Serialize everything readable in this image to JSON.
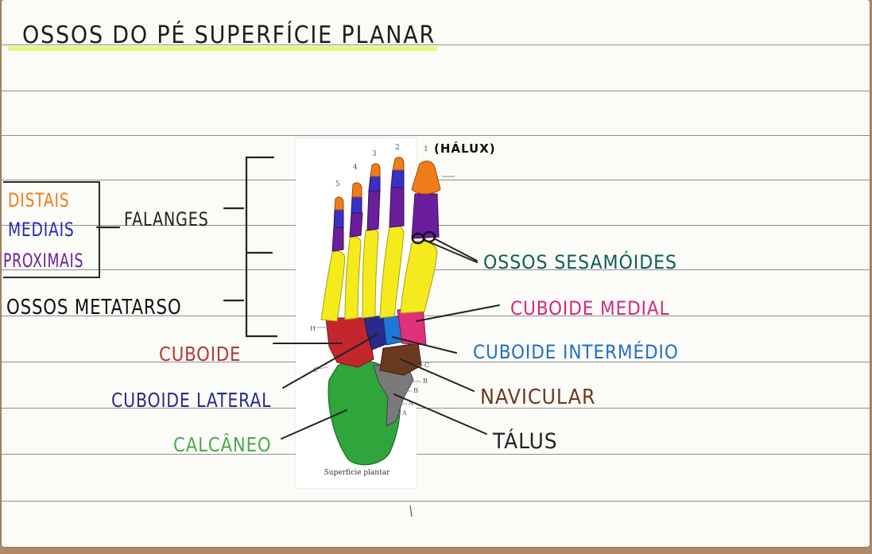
{
  "title": "OSSOS DO PÉ SUPERFÍCIE PLANAR",
  "caption": "Superfície plantar",
  "labels": {
    "halux": "(HÁLUX)",
    "distais": "DISTAIS",
    "mediais": "MEDIAIS",
    "proximais": "PROXIMAIS",
    "falanges": "FALANGES",
    "metatarso": "OSSOS METATARSO",
    "sesamoides": "OSSOS SESAMÓIDES",
    "cuboide": "CUBOIDE",
    "cuboide_medial": "CUBOIDE MEDIAL",
    "cuboide_intermedio": "CUBOIDE INTERMÉDIO",
    "cuboide_lateral": "CUBOIDE LATERAL",
    "navicular": "NAVICULAR",
    "calcaneo": "CALCÂNEO",
    "talus": "TÁLUS"
  },
  "toe_numbers": [
    "1",
    "2",
    "3",
    "4",
    "5"
  ],
  "figure_marks": [
    "H",
    "C",
    "C",
    "B",
    "B",
    "A",
    "A"
  ],
  "colors": {
    "distal": "#f07c1a",
    "medial": "#4a22a8",
    "proximal": "#6a1e9c",
    "metatarsal": "#f5ea1c",
    "cuboid_red": "#c4262e",
    "cuboide_medial": "#e0307a",
    "cuboide_intermedio": "#1f77d6",
    "cuboide_lateral": "#2a2a8c",
    "navicular": "#6b3a1e",
    "calcaneo": "#2fa53c",
    "talus": "#777777",
    "sesamoid": "#1f1f1f",
    "teal": "#0e5e57"
  }
}
